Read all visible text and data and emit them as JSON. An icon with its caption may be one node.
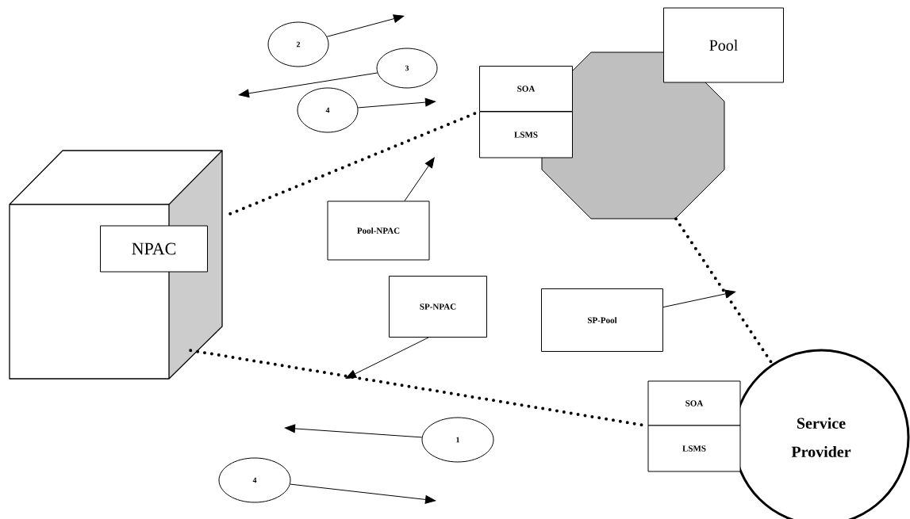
{
  "diagram": {
    "nodes": [
      {
        "text": [],
        "shape": "box"
      },
      {
        "text": [
          "NPAC"
        ],
        "in": 0
      },
      {
        "text": [],
        "shape": "octagon"
      },
      {
        "text": [
          "Pool"
        ]
      },
      {
        "text": [
          "SOA"
        ]
      },
      {
        "text": [
          "LSMS"
        ]
      },
      {
        "text": [
          "Service Provider"
        ]
      },
      {
        "text": [
          "SOA"
        ]
      },
      {
        "text": [
          "LSMS"
        ]
      },
      {
        "text": [
          "Pool-NPAC"
        ]
      },
      {
        "text": [
          "SP-NPAC"
        ]
      },
      {
        "text": [
          "SP-Pool"
        ]
      },
      {
        "text": [
          "2"
        ]
      },
      {
        "text": [
          "3"
        ]
      },
      {
        "text": [
          "4"
        ]
      },
      {
        "text": [
          "1"
        ]
      },
      {
        "text": [
          "4"
        ]
      }
    ],
    "edges": [
      {
        "from": 0,
        "to": 4,
        "arrow": "none",
        "style": "dashed"
      },
      {
        "from": 0,
        "to": 7,
        "arrow": "none",
        "style": "dashed"
      },
      {
        "from": 2,
        "to": 6,
        "arrow": "none",
        "style": "dashed"
      },
      {
        "from": 9,
        "to": null,
        "arrow": "to"
      },
      {
        "from": 10,
        "to": null,
        "arrow": "to"
      },
      {
        "from": 11,
        "to": null,
        "arrow": "to"
      },
      {
        "from": 12,
        "to": null,
        "arrow": "to"
      },
      {
        "from": 13,
        "to": null,
        "arrow": "to"
      },
      {
        "from": 14,
        "to": null,
        "arrow": "to"
      },
      {
        "from": 15,
        "to": null,
        "arrow": "to"
      },
      {
        "from": 16,
        "to": null,
        "arrow": "to"
      }
    ]
  }
}
